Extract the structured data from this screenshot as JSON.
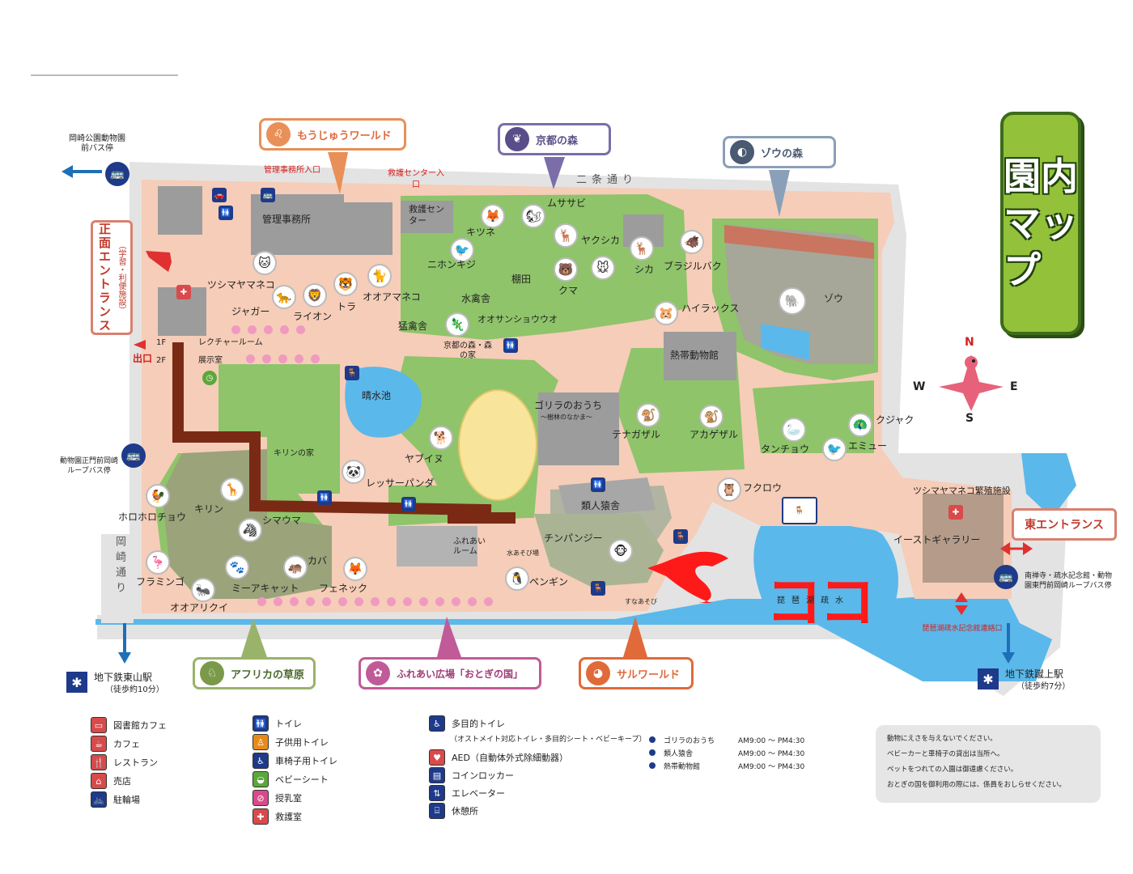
{
  "map": {
    "title": "園内マップ",
    "compass": {
      "n": "N",
      "s": "S",
      "e": "E",
      "w": "W"
    },
    "marker_text": "ココ",
    "areas": [
      {
        "id": "moujuu",
        "label": "もうじゅうワールド",
        "color": "#e89058"
      },
      {
        "id": "kyoto",
        "label": "京都の森",
        "color": "#7b6ea8"
      },
      {
        "id": "zou",
        "label": "ゾウの森",
        "color": "#8aa0b8"
      },
      {
        "id": "africa",
        "label": "アフリカの草原",
        "color": "#9ab36a"
      },
      {
        "id": "otogi",
        "label": "ふれあい広場「おとぎの国」",
        "color": "#c15a98"
      },
      {
        "id": "saru",
        "label": "サルワールド",
        "color": "#e06a3a"
      }
    ],
    "entrances": {
      "main": "正面エントランス",
      "main_sub": "（学習・利便施設）",
      "east": "東エントランス",
      "exit": "出口"
    },
    "roads": {
      "nijo": "二条通り",
      "okazaki": "岡崎通り",
      "canal": "琵琶湖疏水"
    },
    "buildings": [
      "管理事務所",
      "救護センター",
      "管理事務所入口",
      "救護センター入口",
      "レクチャールーム",
      "展示室",
      "晴水池",
      "水禽舎",
      "猛禽舎",
      "京都の森・森の家",
      "棚田",
      "熱帯動物館",
      "類人猿舎",
      "ゴリラのおうち",
      "〜樹林のなかま〜",
      "イーストギャラリー",
      "ツシマヤマネコ繁殖施設",
      "ふれあいルーム",
      "キリンの家",
      "琵琶湖疏水記念館連絡口",
      "1F",
      "2F"
    ],
    "animals": [
      "ツシマヤマネコ",
      "ジャガー",
      "ライオン",
      "トラ",
      "オオアマネコ",
      "キツネ",
      "ムササビ",
      "ニホンキジ",
      "ヤクシカ",
      "カヤネズミ",
      "シカ",
      "クマ",
      "ブラジルバク",
      "ハイラックス",
      "ゾウ",
      "オオサンショウウオ",
      "レッサーパンダ",
      "ヤブイヌ",
      "キリン",
      "シマウマ",
      "カバ",
      "ミーアキャット",
      "フェネック",
      "ホロホロチョウ",
      "フラミンゴ",
      "オオアリクイ",
      "ペンギン",
      "チンパンジー",
      "テナガザル",
      "アカゲザル",
      "タンチョウ",
      "クジャク",
      "エミュー",
      "フクロウ"
    ],
    "bus_stops": {
      "nw": "岡崎公園動物園前バス停",
      "w": "動物園正門前岡崎ループバス停",
      "e": "南禅寺・疏水記念館・動物園東門前岡崎ループバス停"
    },
    "stations": [
      {
        "name": "地下鉄東山駅",
        "walk": "（徒歩約10分）"
      },
      {
        "name": "地下鉄蹴上駅",
        "walk": "（徒歩約7分）"
      }
    ],
    "water_spots": [
      "水あそび場",
      "すなあそび"
    ]
  },
  "legend": {
    "col1": [
      {
        "label": "図書館カフェ",
        "icon": "library-cafe-icon",
        "color": "#d94a4a"
      },
      {
        "label": "カフェ",
        "icon": "cafe-icon",
        "color": "#d94a4a"
      },
      {
        "label": "レストラン",
        "icon": "restaurant-icon",
        "color": "#d94a4a"
      },
      {
        "label": "売店",
        "icon": "shop-icon",
        "color": "#d94a4a"
      },
      {
        "label": "駐輪場",
        "icon": "bicycle-icon",
        "color": "#1e3a8a"
      }
    ],
    "col2": [
      {
        "label": "トイレ",
        "icon": "toilet-icon",
        "color": "#1e3a8a"
      },
      {
        "label": "子供用トイレ",
        "icon": "kids-toilet-icon",
        "color": "#e88a1a"
      },
      {
        "label": "車椅子用トイレ",
        "icon": "wheelchair-icon",
        "color": "#1e3a8a"
      },
      {
        "label": "ベビーシート",
        "icon": "baby-seat-icon",
        "color": "#5aa83a"
      },
      {
        "label": "授乳室",
        "icon": "nursing-room-icon",
        "color": "#d94a8a"
      },
      {
        "label": "救護室",
        "icon": "first-aid-icon",
        "color": "#d94a4a"
      }
    ],
    "col3": [
      {
        "label": "多目的トイレ",
        "icon": "multipurpose-toilet-icon",
        "color": "#1e3a8a"
      },
      {
        "label": "（オストメイト対応トイレ・多目的シート・ベビーキープ）",
        "icon": "",
        "color": ""
      },
      {
        "label": "AED（自動体外式除細動器）",
        "icon": "aed-icon",
        "color": "#d94a4a"
      },
      {
        "label": "コインロッカー",
        "icon": "locker-icon",
        "color": "#1e3a8a"
      },
      {
        "label": "エレベーター",
        "icon": "elevator-icon",
        "color": "#1e3a8a"
      },
      {
        "label": "休憩所",
        "icon": "rest-area-icon",
        "color": "#1e3a8a"
      }
    ]
  },
  "hours": [
    {
      "name": "ゴリラのおうち",
      "time": "AM9:00 〜 PM4:30"
    },
    {
      "name": "類人猿舎",
      "time": "AM9:00 〜 PM4:30"
    },
    {
      "name": "熱帯動物館",
      "time": "AM9:00 〜 PM4:30"
    }
  ],
  "notices": [
    "動物にえさを与えないでください。",
    "ベビーカーと車椅子の貸出は当所へ。",
    "ペットをつれての入園は御遠慮ください。",
    "おとぎの国を御利用の際には、係員をおしらせください。"
  ],
  "colors": {
    "park_ground": "#f6cdb8",
    "grass": "#8fc46a",
    "water": "#5bb8ea",
    "outer_ground": "#e0e0e0",
    "walkway": "#7a2a14",
    "accent_red": "#ff1a1a"
  }
}
